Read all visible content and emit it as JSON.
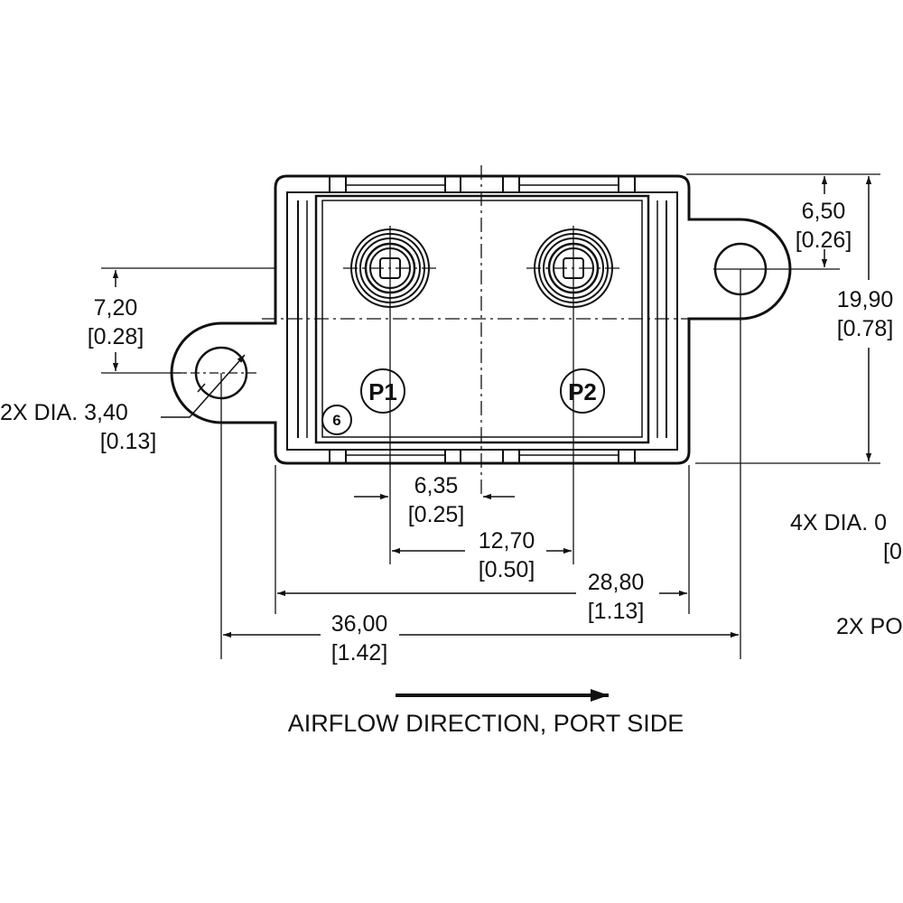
{
  "diagram": {
    "caption": "AIRFLOW DIRECTION, PORT SIDE",
    "ports": {
      "p1": "P1",
      "p2": "P2"
    },
    "callout": "6",
    "dims": {
      "d_6_50": {
        "mm": "6,50",
        "in": "[0.26]"
      },
      "d_19_90": {
        "mm": "19,90",
        "in": "[0.78]"
      },
      "d_7_20": {
        "mm": "7,20",
        "in": "[0.28]"
      },
      "hole_dia": {
        "mm": "2X DIA. 3,40",
        "in": "[0.13]"
      },
      "d_6_35": {
        "mm": "6,35",
        "in": "[0.25]"
      },
      "d_12_70": {
        "mm": "12,70",
        "in": "[0.50]"
      },
      "d_28_80": {
        "mm": "28,80",
        "in": "[1.13]"
      },
      "d_36_00": {
        "mm": "36,00",
        "in": "[1.42]"
      },
      "port_dia": {
        "mm": "4X DIA. 0",
        "in": "[0"
      },
      "port_count": {
        "label": "2X PO"
      }
    }
  }
}
